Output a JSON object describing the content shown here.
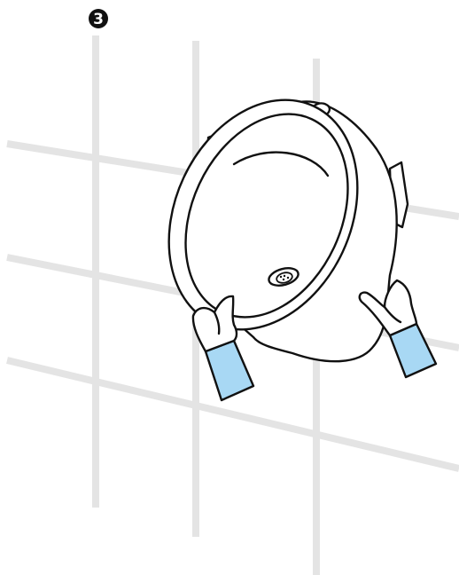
{
  "step": {
    "number": "3"
  },
  "colors": {
    "background": "#ffffff",
    "grid_lines": "#e4e4e4",
    "outline": "#111111",
    "body_fill": "#ffffff",
    "glove_cuff": "#a8d8f4",
    "badge": "#111111",
    "badge_text": "#ffffff"
  },
  "icons": {
    "step_badge": "circled-number-badge",
    "device": "round-wall-mounted-bowl",
    "hands": "gloved-hands"
  }
}
